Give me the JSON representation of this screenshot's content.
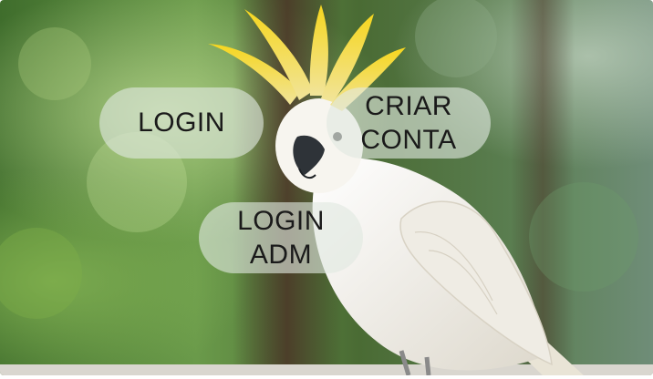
{
  "buttons": {
    "login": "LOGIN",
    "criar_conta": "CRIAR\nCONTA",
    "login_adm": "LOGIN\nADM"
  },
  "background": {
    "subject": "cockatoo",
    "colors": {
      "foliage": "#4f7f3a",
      "bird": "#f2f0ea",
      "crest": "#f3dc3a",
      "button_fill": "rgba(225,232,225,0.62)",
      "button_text": "#1a1a1a"
    }
  }
}
